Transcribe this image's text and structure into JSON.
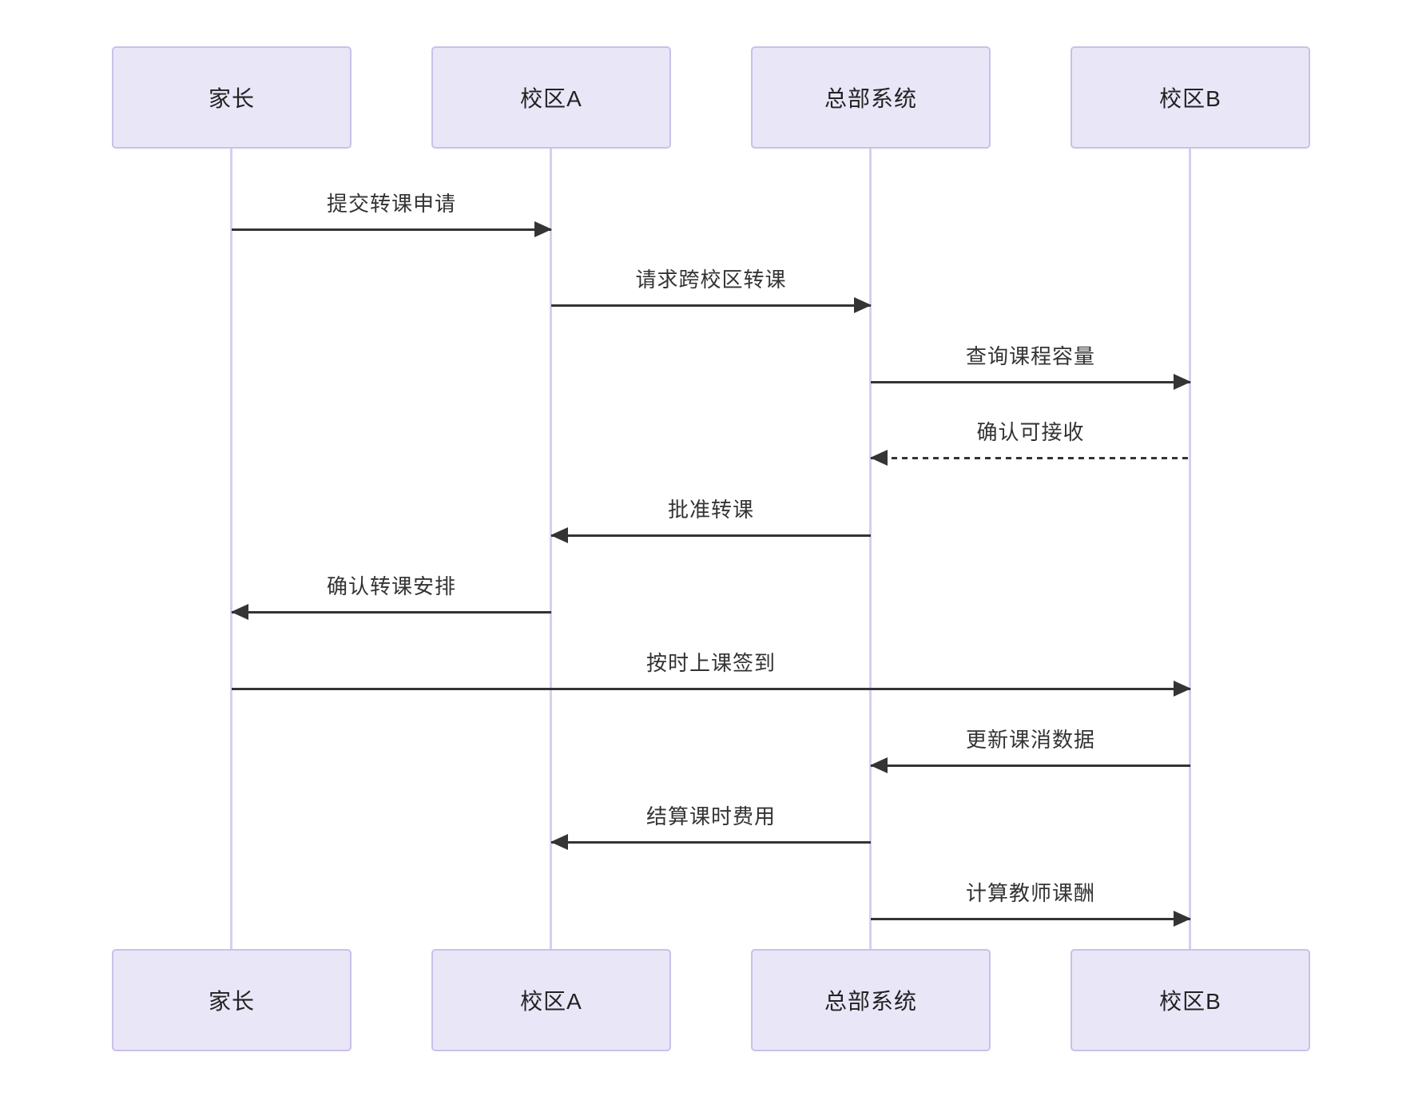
{
  "diagram": {
    "type": "sequence-diagram",
    "actors": [
      {
        "name": "家长"
      },
      {
        "name": "校区A"
      },
      {
        "name": "总部系统"
      },
      {
        "name": "校区B"
      }
    ],
    "messages": [
      {
        "from": "家长",
        "to": "校区A",
        "label": "提交转课申请",
        "line": "solid",
        "direction": "right"
      },
      {
        "from": "校区A",
        "to": "总部系统",
        "label": "请求跨校区转课",
        "line": "solid",
        "direction": "right"
      },
      {
        "from": "总部系统",
        "to": "校区B",
        "label": "查询课程容量",
        "line": "solid",
        "direction": "right"
      },
      {
        "from": "校区B",
        "to": "总部系统",
        "label": "确认可接收",
        "line": "dashed",
        "direction": "left"
      },
      {
        "from": "总部系统",
        "to": "校区A",
        "label": "批准转课",
        "line": "solid",
        "direction": "left"
      },
      {
        "from": "校区A",
        "to": "家长",
        "label": "确认转课安排",
        "line": "solid",
        "direction": "left"
      },
      {
        "from": "家长",
        "to": "校区B",
        "label": "按时上课签到",
        "line": "solid",
        "direction": "right"
      },
      {
        "from": "校区B",
        "to": "总部系统",
        "label": "更新课消数据",
        "line": "solid",
        "direction": "left"
      },
      {
        "from": "总部系统",
        "to": "校区A",
        "label": "结算课时费用",
        "line": "solid",
        "direction": "left"
      },
      {
        "from": "总部系统",
        "to": "校区B",
        "label": "计算教师课酬",
        "line": "solid",
        "direction": "right"
      }
    ],
    "colors": {
      "actor_fill": "#E9E6F8",
      "actor_border": "#CBC0E8",
      "lifeline": "#D8CEF0",
      "arrow": "#343434",
      "text": "#222222"
    }
  }
}
